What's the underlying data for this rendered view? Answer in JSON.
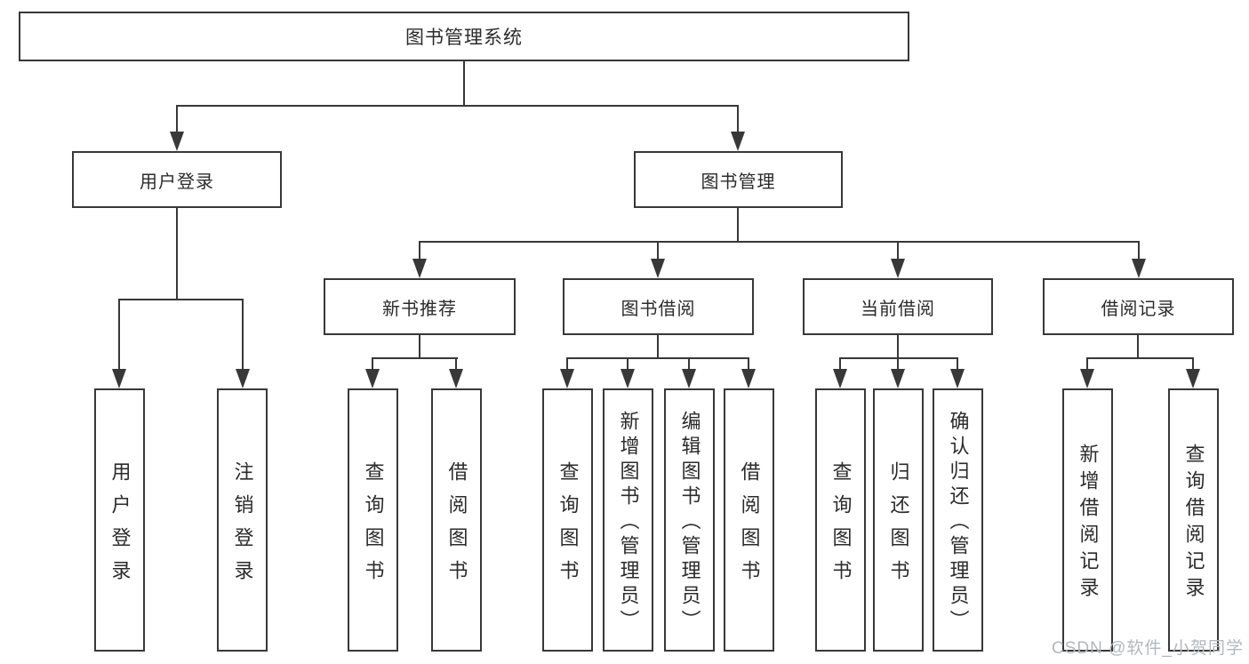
{
  "diagram": {
    "root": {
      "label": "图书管理系统"
    },
    "branches": [
      {
        "label": "用户登录",
        "children": [
          {
            "label": "用户登录"
          },
          {
            "label": "注销登录"
          }
        ]
      },
      {
        "label": "图书管理",
        "children": [
          {
            "label": "新书推荐",
            "children": [
              {
                "label": "查询图书"
              },
              {
                "label": "借阅图书"
              }
            ]
          },
          {
            "label": "图书借阅",
            "children": [
              {
                "label": "查询图书"
              },
              {
                "label": "新增图书（管理员）"
              },
              {
                "label": "编辑图书（管理员）"
              },
              {
                "label": "借阅图书"
              }
            ]
          },
          {
            "label": "当前借阅",
            "children": [
              {
                "label": "查询图书"
              },
              {
                "label": "归还图书"
              },
              {
                "label": "确认归还（管理员）"
              }
            ]
          },
          {
            "label": "借阅记录",
            "children": [
              {
                "label": "新增借阅记录"
              },
              {
                "label": "查询借阅记录"
              }
            ]
          }
        ]
      }
    ]
  },
  "watermark": {
    "text": "CSDN @软件_小贺同学",
    "color": "#b3b7bc"
  },
  "colors": {
    "line": "#383838",
    "box_border": "#383838",
    "text": "#2b2b2b",
    "background": "#ffffff"
  }
}
